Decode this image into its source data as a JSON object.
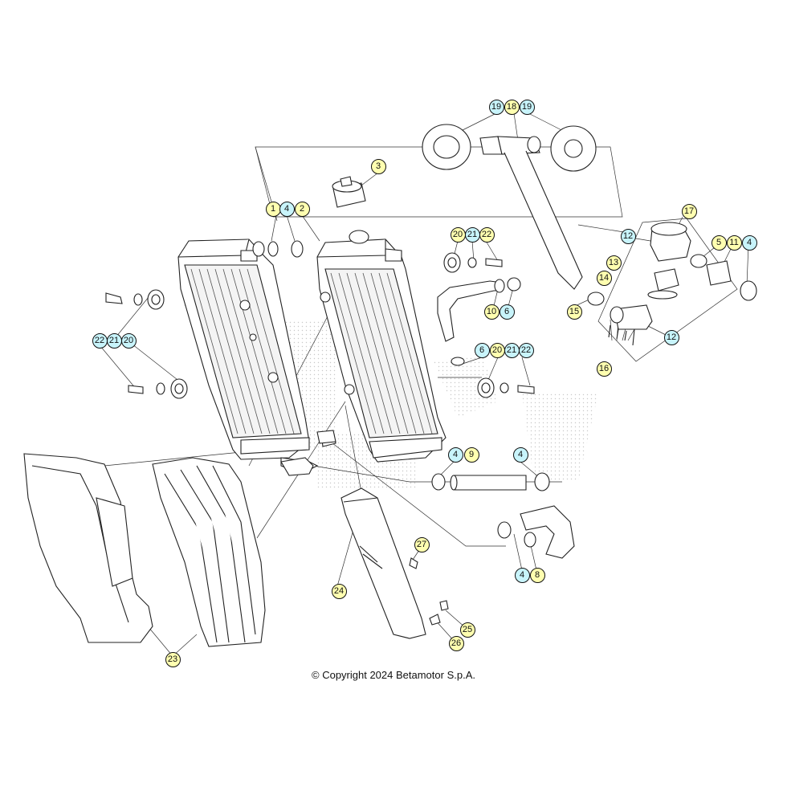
{
  "copyright": "© Copyright 2024 Betamotor S.p.A.",
  "colors": {
    "yellow": "#ffffb0",
    "cyan": "#c8f4fb",
    "line": "#222222"
  },
  "callouts": [
    "19",
    "18",
    "19",
    "3",
    "1",
    "4",
    "2",
    "17",
    "20",
    "21",
    "22",
    "12",
    "5",
    "11",
    "4",
    "13",
    "14",
    "10",
    "6",
    "15",
    "12",
    "22",
    "21",
    "20",
    "6",
    "20",
    "21",
    "22",
    "16",
    "4",
    "9",
    "4",
    "27",
    "24",
    "4",
    "8",
    "25",
    "26",
    "23"
  ]
}
